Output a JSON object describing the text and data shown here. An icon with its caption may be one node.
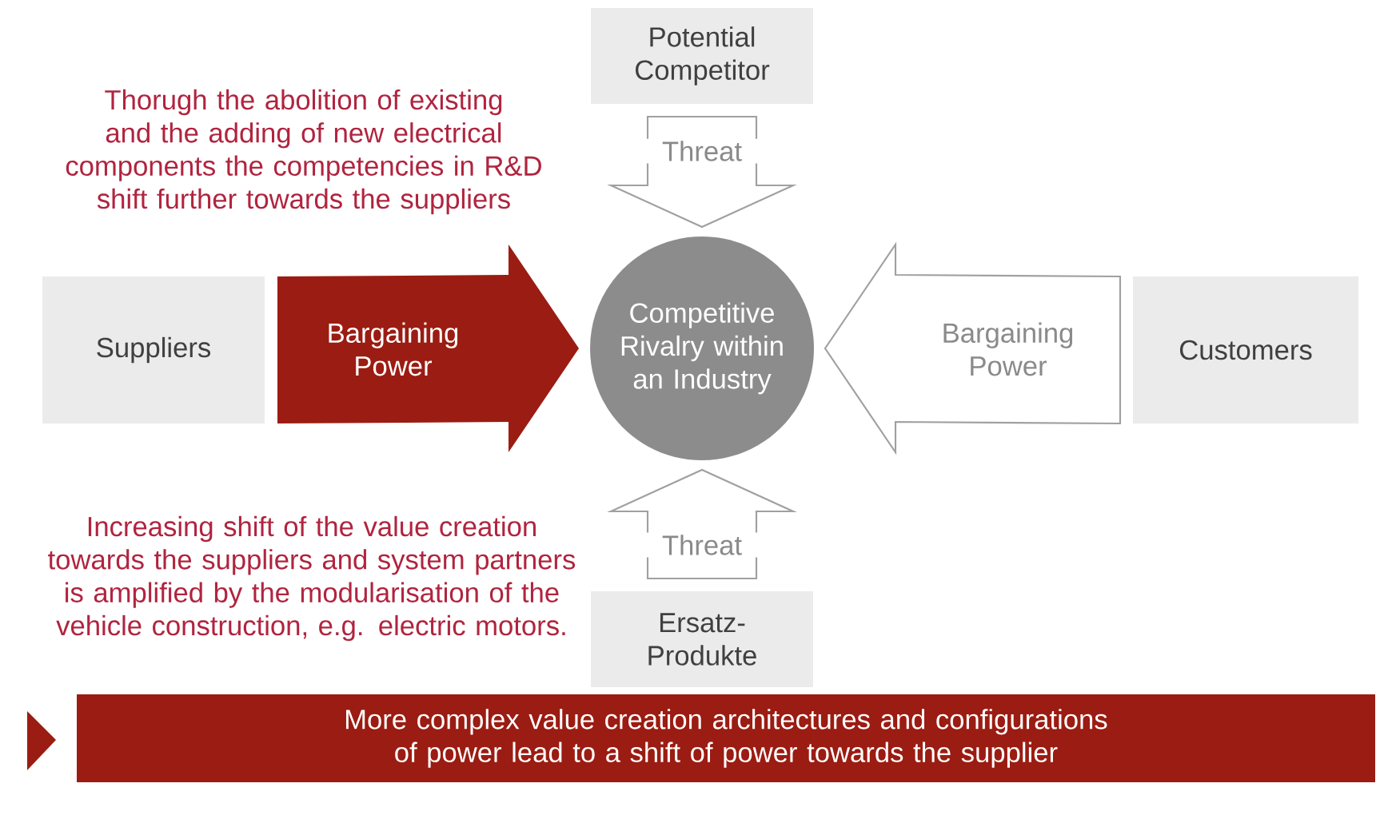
{
  "diagram": {
    "nodes": [
      {
        "text": [
          "Potential Competitor"
        ]
      },
      {
        "text": [
          "Suppliers"
        ]
      },
      {
        "text": [
          "Competitive Rivalry within an Industry"
        ]
      },
      {
        "text": [
          "Customers"
        ]
      },
      {
        "text": [
          "Ersatz-Produkte"
        ]
      },
      {
        "text": [
          "More complex value creation architectures and configurations of power lead to a shift of power towards the supplier"
        ]
      }
    ],
    "edges": [
      {
        "from": 0,
        "to": 2,
        "arrow": "to",
        "label": "Threat"
      },
      {
        "from": 1,
        "to": 2,
        "arrow": "to",
        "label": "Bargaining Power",
        "color": "#9b1c12"
      },
      {
        "from": 3,
        "to": 2,
        "arrow": "to",
        "label": "Bargaining Power"
      },
      {
        "from": 4,
        "to": 2,
        "arrow": "to",
        "label": "Threat"
      }
    ],
    "labels": [
      "Thorugh the abolition of existing and the adding of new electrical components the competencies in R&D shift further towards the suppliers",
      "Increasing shift of the value creation towards the suppliers and system partners is amplified by the modularisation of the vehicle construction, e.g. electric motors."
    ]
  }
}
